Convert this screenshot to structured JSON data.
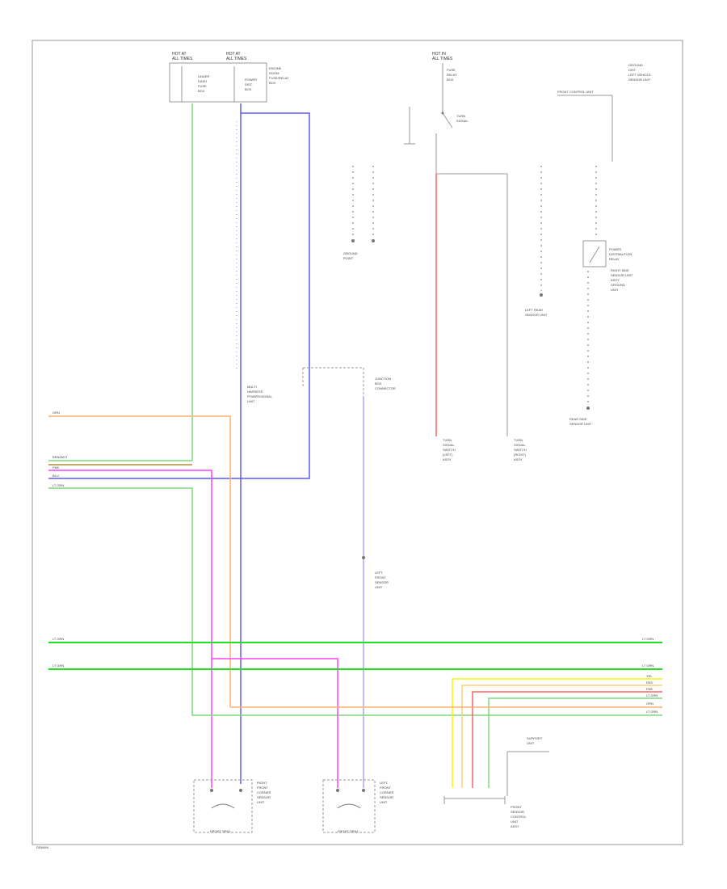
{
  "diagram": {
    "top_labels": {
      "fuse_a": [
        "HOT AT",
        "ALL TIMES"
      ],
      "fuse_b": [
        "HOT AT",
        "ALL TIMES"
      ],
      "fuse_c": [
        "HOT IN",
        "ALL TIMES"
      ],
      "fuse_a_box": [
        "UNDER",
        "DASH",
        "FUSE",
        "BOX"
      ],
      "fuse_b_box": [
        "POWER",
        "DIST.",
        "BOX"
      ],
      "engine_room_note": [
        "ENGINE",
        "ROOM",
        "FUSE/RELAY",
        "BOX"
      ],
      "relay_note": [
        "FUSE",
        "RELAY",
        "BOX"
      ],
      "relay_switch": [
        "TURN",
        "SIGNAL"
      ],
      "power_dist_note": [
        "POWER",
        "DISTRIBUTION",
        "RELAY"
      ],
      "front_ctrl": "FRONT CONTROL UNIT",
      "right_note": [
        "GROUND",
        "DIST.",
        "LEFT VEHICLE",
        "SENSOR UNIT"
      ]
    },
    "mid_labels": {
      "ground_point": [
        "GROUND",
        "POINT"
      ],
      "multi_harness": [
        "MULTI",
        "HARNESS",
        "POWER/SIGNAL",
        "UNIT"
      ],
      "junction": [
        "JUNCTION",
        "BOX",
        "CONNECTOR"
      ],
      "rear_note": [
        "LEFT REAR",
        "SENSOR UNIT"
      ],
      "right_box_note": [
        "RIGHT SIDE",
        "SENSOR UNIT",
        "ASSY",
        "GROUND",
        "UNIT"
      ],
      "rear_side": [
        "REAR SIDE",
        "SENSOR UNIT"
      ],
      "left_conn": [
        "TURN",
        "SIGNAL",
        "SWITCH",
        "(LEFT)",
        "ASSY"
      ],
      "right_conn": [
        "TURN",
        "SIGNAL",
        "SWITCH",
        "(RIGHT)",
        "ASSY"
      ],
      "cluster": [
        "LEFT",
        "FRONT",
        "SENSOR",
        "UNIT"
      ]
    },
    "wire_labels": {
      "orange_left": "ORN",
      "brown_left": "BRN/WHT",
      "pink_left": "PNK",
      "blue_left": "BLU",
      "green_left": "LT GRN",
      "bus1": "LT GRN",
      "bus2": "LT GRN",
      "bus1_right": "LT GRN",
      "bus2_right": "LT GRN",
      "right_yel": "YEL",
      "right_red": "RED",
      "right_pnk": "PNK",
      "right_grn": "LT GRN",
      "right_org": "ORN",
      "right_ltgrn": "LT GRN"
    },
    "bottom_labels": {
      "left_sensor": [
        "RIGHT",
        "FRONT",
        "CORNER",
        "SENSOR",
        "UNIT"
      ],
      "mid_sensor": [
        "LEFT",
        "FRONT",
        "CORNER",
        "SENSOR",
        "UNIT"
      ],
      "right_module": [
        "FRONT",
        "SENSOR",
        "CONTROL",
        "UNIT",
        "ASSY"
      ],
      "right_module_top": [
        "SUPPORT",
        "UNIT"
      ],
      "left_ground": "FRONT GRILL",
      "mid_ground": "FRONT GRILL",
      "page_note": "DRAWN"
    },
    "colors": {
      "green": "#7fd87f",
      "blue": "#5b5bff",
      "pink": "#ff44ff",
      "orange": "#ffb070",
      "brown": "#b08a3a",
      "red": "#ff6060",
      "yellow": "#f5f500",
      "bright_green": "#22e022",
      "gray": "#9a9a9a"
    }
  }
}
